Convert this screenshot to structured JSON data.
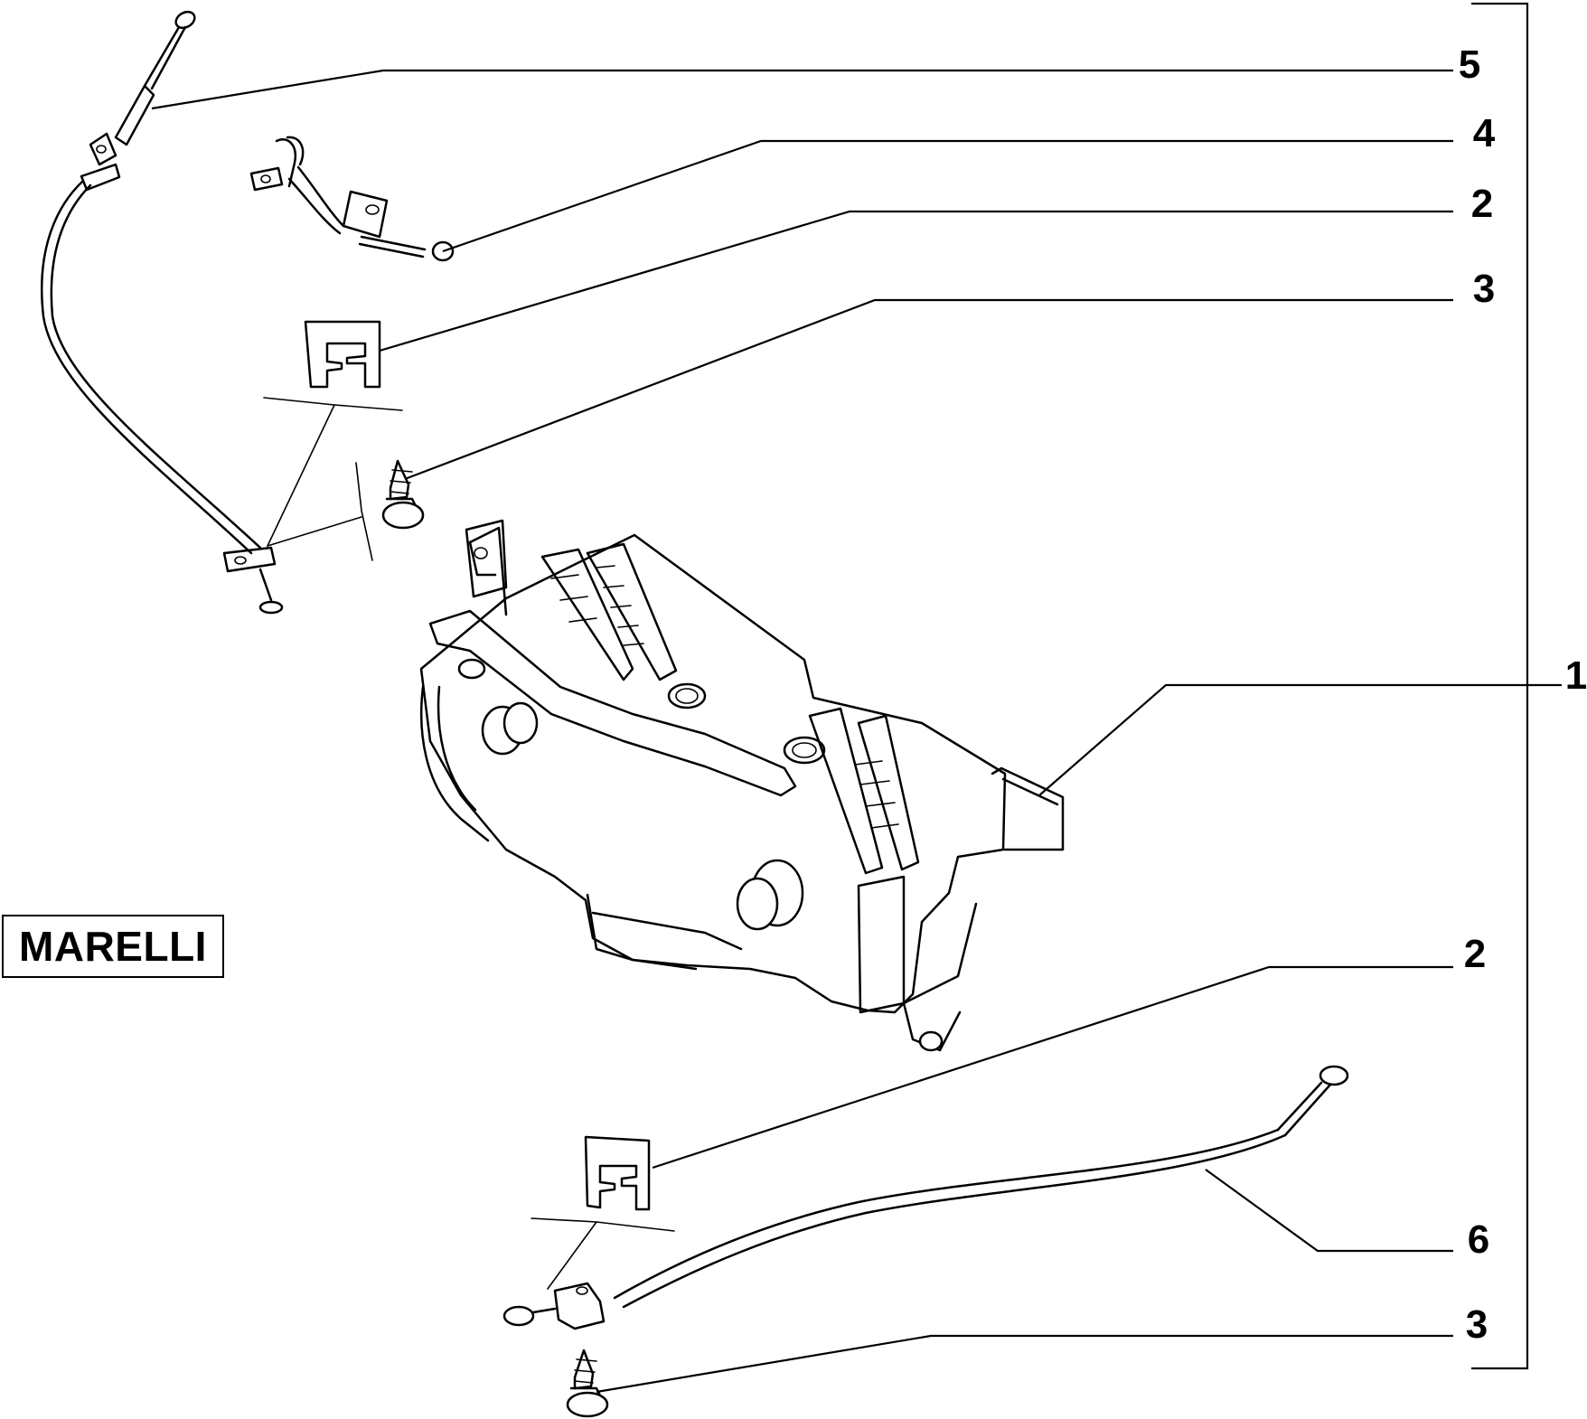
{
  "brand": "MARELLI",
  "labels": {
    "l5": "5",
    "l4": "4",
    "l2_top": "2",
    "l3_top": "3",
    "l1": "1",
    "l2_bottom": "2",
    "l6": "6",
    "l3_bottom": "3"
  },
  "parts": [
    {
      "ref": "1",
      "icon": "control-panel-housing"
    },
    {
      "ref": "2",
      "icon": "cable-clip"
    },
    {
      "ref": "3",
      "icon": "self-tapping-screw"
    },
    {
      "ref": "4",
      "icon": "short-control-cable"
    },
    {
      "ref": "5",
      "icon": "long-control-cable"
    },
    {
      "ref": "6",
      "icon": "control-cable"
    }
  ]
}
